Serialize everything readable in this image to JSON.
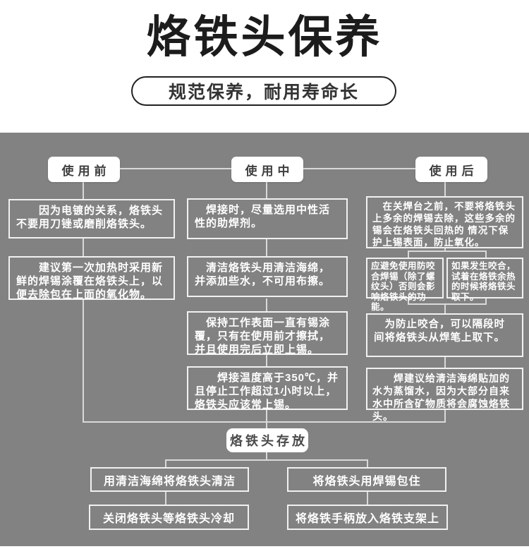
{
  "colors": {
    "panel_gray": "#828282",
    "connector_line": "#d9d9d9",
    "box_border": "#f1f1f1",
    "box_text": "#ffffff",
    "title_text": "#1c1c1c",
    "stage_label_text": "#3f3f3f"
  },
  "header": {
    "title": "烙铁头保养",
    "tagline": "规范保养，耐用寿命长"
  },
  "flow": {
    "before": {
      "label": "使用前",
      "box1": "　　因为电镀的关系，烙铁头不要用刀锉或磨削烙铁头。",
      "box2": "　　建议第一次加热时采用新鲜的焊锡涂覆在烙铁头上，以便去除包在上面的氧化物。"
    },
    "during": {
      "label": "使用中",
      "box1": "　焊接时，尽量选用中性活性的助焊剂。",
      "box2": "　清洁烙铁头用清洁海绵，并添加些水，不可用布擦。",
      "box3": "　保持工作表面一直有锡涂覆，只有在使用前才擦拭，并且使用完后立即上锡。",
      "box4": "　　焊接温度高于350℃，并且停止工作超过1小时以上，烙铁头应该常上锡。"
    },
    "after": {
      "label": "使用后",
      "box1": "　在关焊台之前，不要将烙铁头上多余的焊锡去除，这些多余的锡会在烙铁头回热的 情况下保护上锡表面，防止氧化。",
      "box_left": "应避免使用防咬合焊锡（除了螺纹头）否则会影响烙铁头的功能。",
      "box_right": "如果发生咬合，试着在烙铁余热的时候将烙铁头取下。",
      "box3": "　为防止咬合，可以隔段时间将烙铁头从焊笔上取下。",
      "box4": "　　焊建议给清洁海绵贴加的水为蒸馏水，因为大部分自来水中所含矿物质将会腐蚀烙铁头。"
    },
    "storage": {
      "label": "烙铁头存放",
      "box1": "用清洁海绵将烙铁头清洁",
      "box2": "将烙铁头用焊锡包住",
      "box3": "关闭烙铁头等烙铁头冷却",
      "box4": "将烙铁手柄放入烙铁支架上"
    }
  }
}
